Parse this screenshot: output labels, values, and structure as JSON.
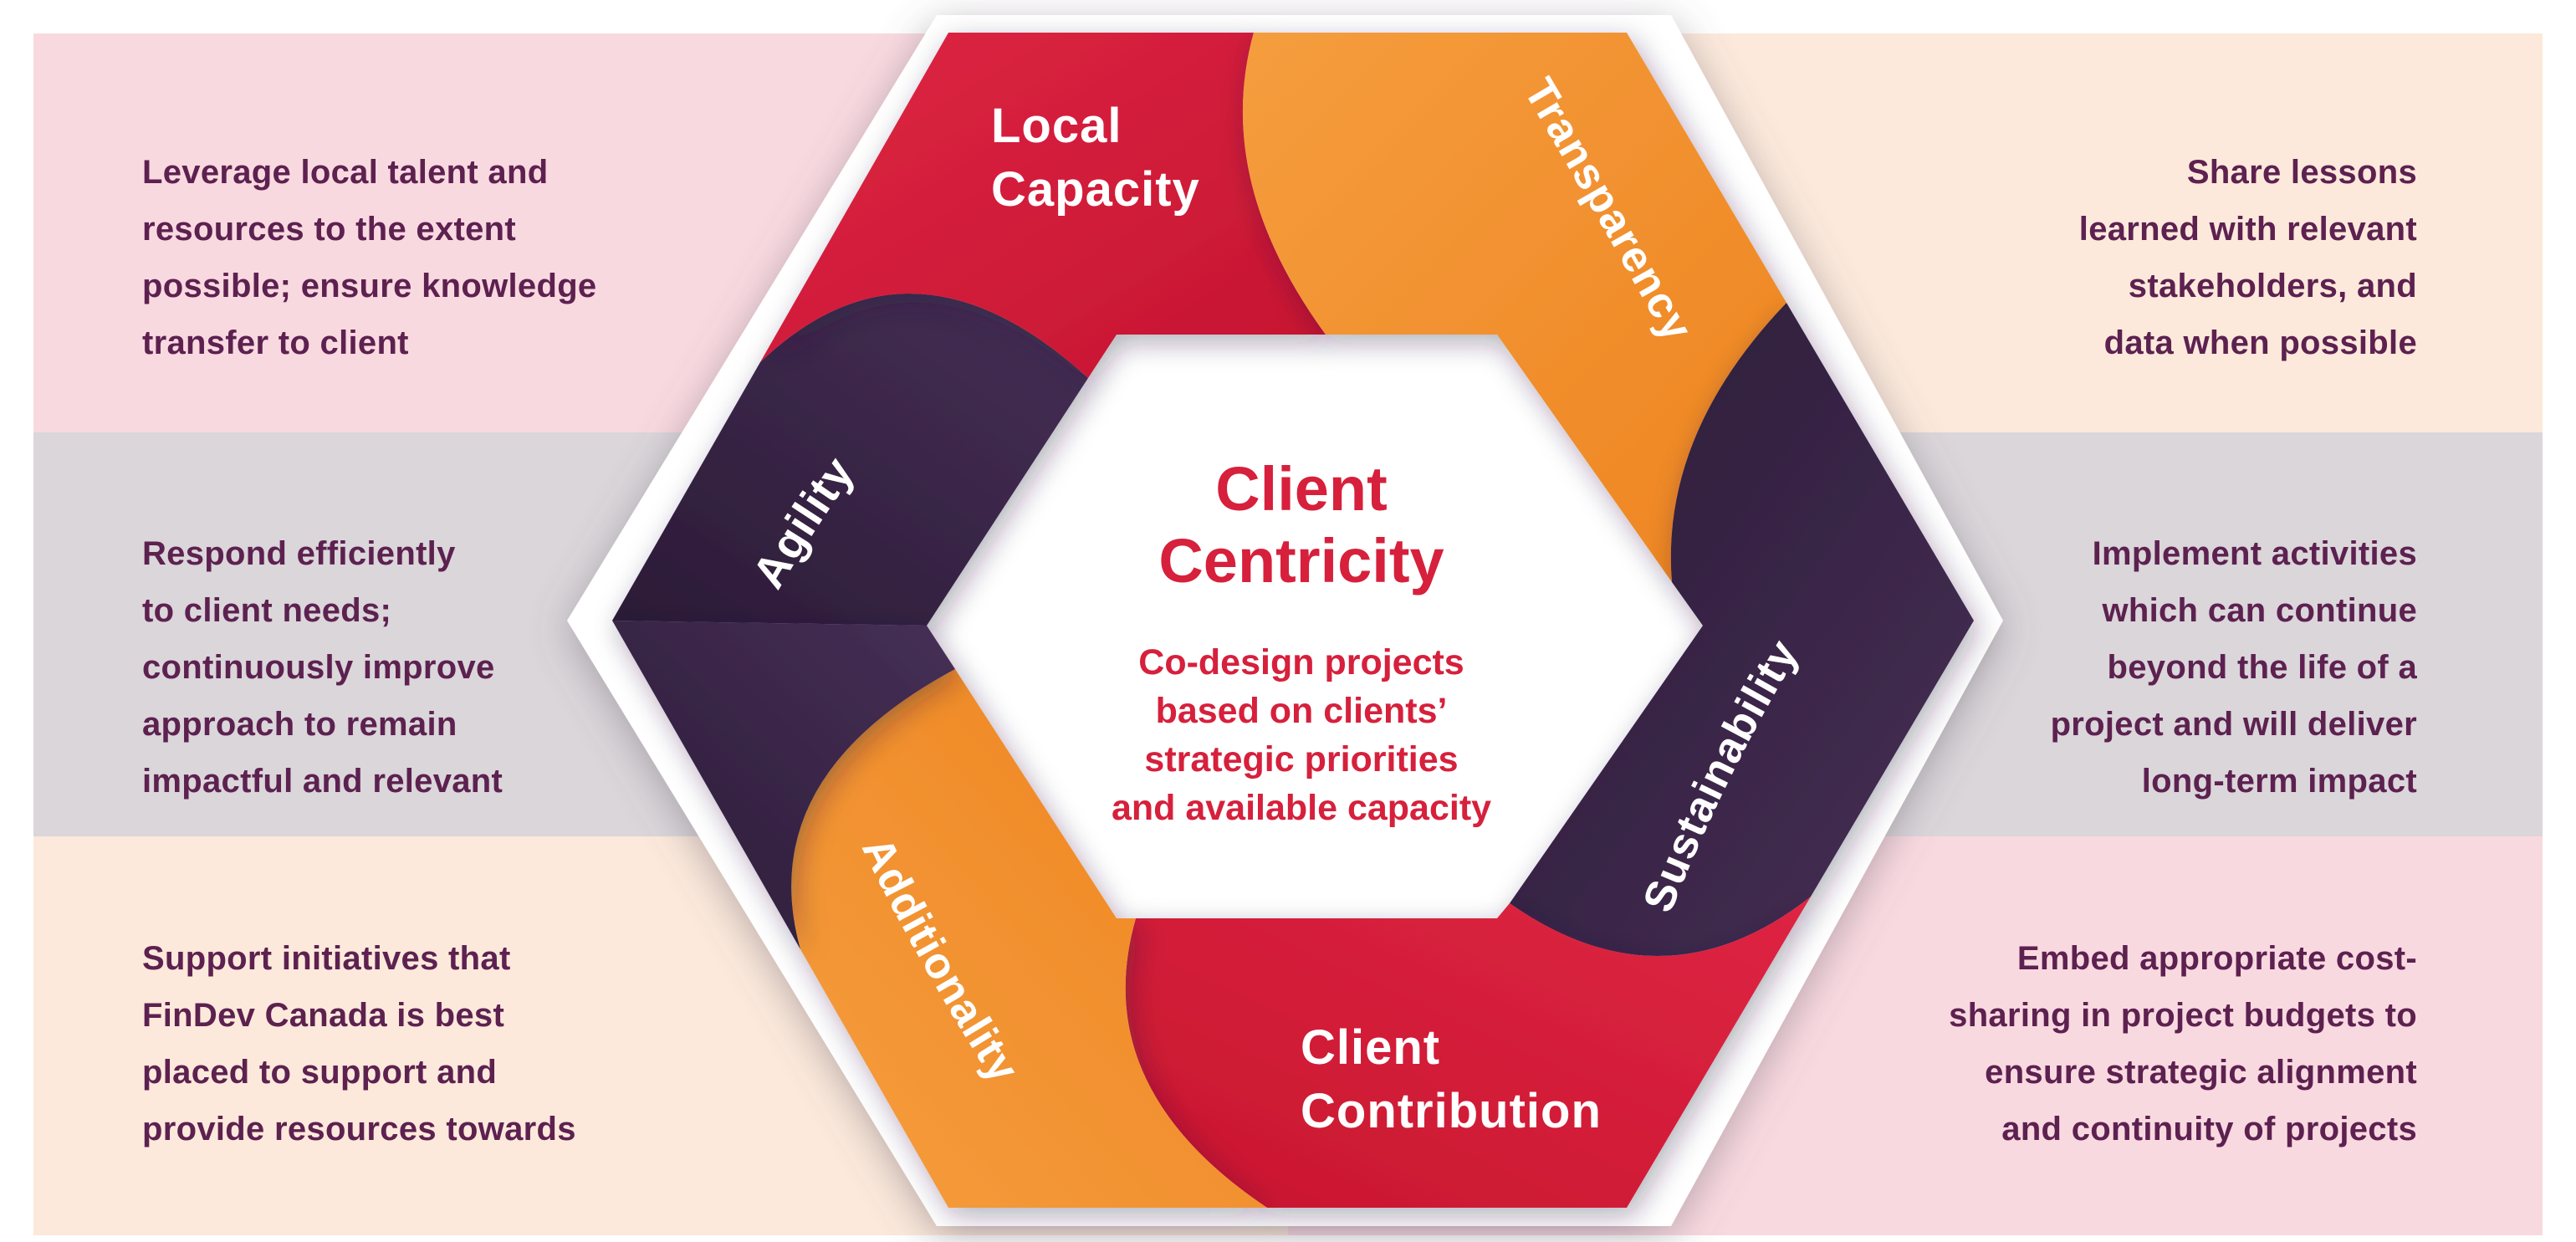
{
  "page": {
    "type": "infographic-diagram",
    "brand_mention": "FinDev Canada"
  },
  "colors": {
    "red": "#d4203a",
    "red_light": "#de2543",
    "red_dark": "#c51531",
    "orange": "#f2902f",
    "orange_light": "#f59d3e",
    "orange_dark": "#ee8420",
    "purple": "#34203f",
    "purple_light": "#463056",
    "purple_dark": "#2b1a36",
    "band_pink": "#f9d9e0",
    "band_peach": "#fce9db",
    "band_gray": "#dad6da",
    "paragraph_text": "#5d2150",
    "center_text": "#d6203c",
    "label_text": "#ffffff",
    "mat_white": "#ffffff"
  },
  "center": {
    "title_line1": "Client",
    "title_line2": "Centricity",
    "subtitle_line1": "Co-design projects",
    "subtitle_line2": "based on clients’",
    "subtitle_line3": "strategic priorities",
    "subtitle_line4": "and available capacity"
  },
  "ribbons": {
    "local_capacity": {
      "line1": "Local",
      "line2": "Capacity",
      "color": "#d4203a"
    },
    "transparency": {
      "label": "Transparency",
      "color": "#f2902f"
    },
    "sustainability": {
      "label": "Sustainability",
      "color": "#34203f"
    },
    "client_contribution": {
      "line1": "Client",
      "line2": "Contribution",
      "color": "#d4203a"
    },
    "additionality": {
      "label": "Additionality",
      "color": "#f2902f"
    },
    "agility": {
      "label": "Agility",
      "color": "#34203f"
    }
  },
  "annotations": {
    "top_left": {
      "lines": [
        "Leverage local talent and",
        "resources to the extent",
        "possible; ensure knowledge",
        "transfer to client"
      ]
    },
    "middle_left": {
      "lines": [
        "Respond efficiently",
        "to client needs;",
        "continuously improve",
        "approach to remain",
        "impactful and relevant"
      ]
    },
    "bottom_left": {
      "lines": [
        "Support initiatives that",
        "FinDev Canada is best",
        "placed to support and",
        "provide resources towards"
      ]
    },
    "top_right": {
      "lines": [
        "Share lessons",
        "learned with relevant",
        "stakeholders, and",
        "data when possible"
      ]
    },
    "middle_right": {
      "lines": [
        "Implement activities",
        "which can continue",
        "beyond the life of a",
        "project and will deliver",
        "long-term impact"
      ]
    },
    "bottom_right": {
      "lines": [
        "Embed appropriate cost-",
        "sharing in project budgets to",
        "ensure strategic alignment",
        "and continuity of projects"
      ]
    }
  }
}
